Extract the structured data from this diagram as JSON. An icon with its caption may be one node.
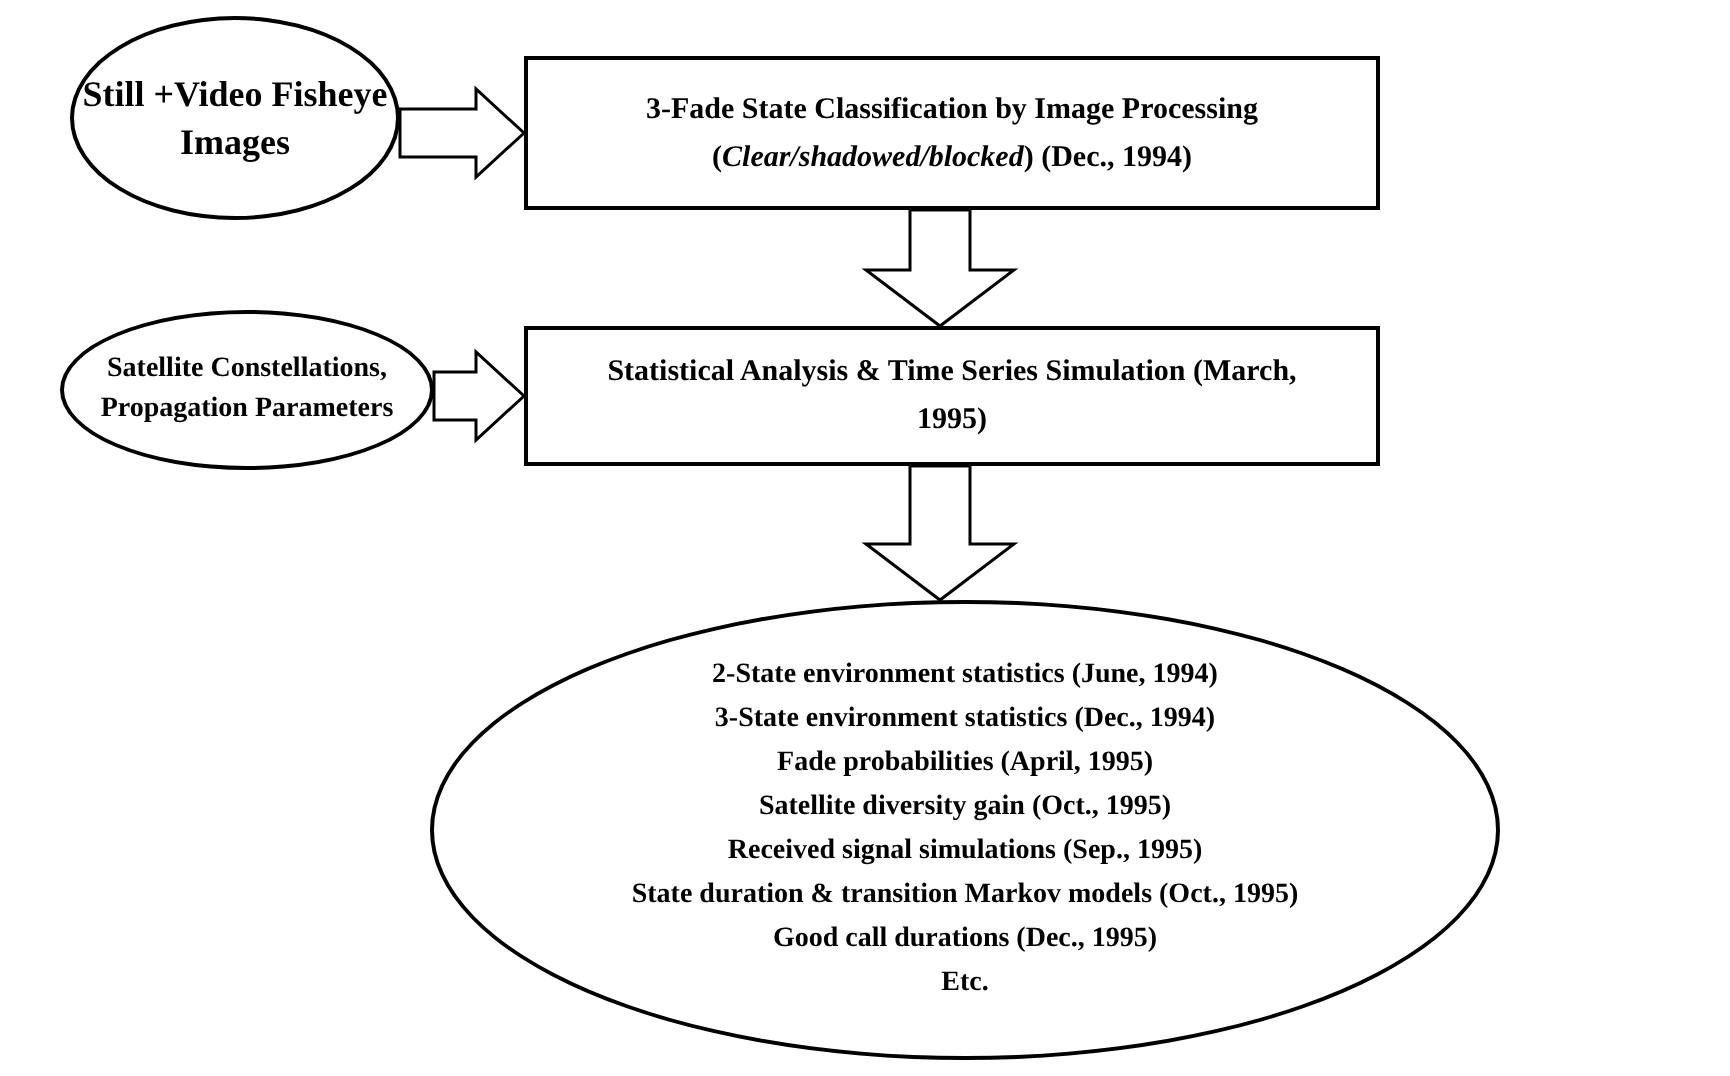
{
  "diagram": {
    "nodes": [
      {
        "text": [
          "Still +Video Fisheye Images"
        ]
      },
      {
        "text": [
          "3-Fade State Classification by Image Processing (*Clear/shadowed/blocked*) (Dec., 1994)"
        ]
      },
      {
        "text": [
          "Satellite Constellations, Propagation Parameters"
        ]
      },
      {
        "text": [
          "Statistical Analysis & Time Series Simulation (March, 1995)"
        ]
      },
      {
        "text": [
          "2-State environment statistics (June, 1994)",
          "3-State environment statistics (Dec., 1994)",
          "Fade probabilities (April, 1995)",
          "Satellite diversity gain (Oct., 1995)",
          "Received signal simulations (Sep., 1995)",
          "State duration & transition Markov models (Oct., 1995)",
          "Good call durations (Dec., 1995)",
          "Etc."
        ]
      }
    ],
    "edges": [
      {
        "from": 0,
        "to": 1,
        "arrow": "to"
      },
      {
        "from": 1,
        "to": 3,
        "arrow": "to"
      },
      {
        "from": 2,
        "to": 3,
        "arrow": "to"
      },
      {
        "from": 3,
        "to": 4,
        "arrow": "to"
      }
    ]
  }
}
